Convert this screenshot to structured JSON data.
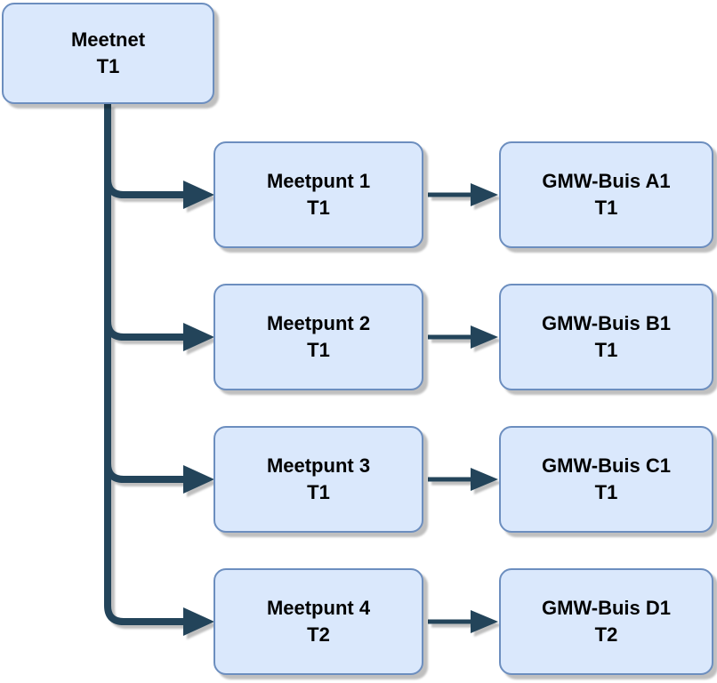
{
  "diagram": {
    "root": {
      "line1": "Meetnet",
      "line2": "T1"
    },
    "rows": [
      {
        "mid": {
          "line1": "Meetpunt 1",
          "line2": "T1"
        },
        "right": {
          "line1": "GMW-Buis A1",
          "line2": "T1"
        }
      },
      {
        "mid": {
          "line1": "Meetpunt 2",
          "line2": "T1"
        },
        "right": {
          "line1": "GMW-Buis B1",
          "line2": "T1"
        }
      },
      {
        "mid": {
          "line1": "Meetpunt 3",
          "line2": "T1"
        },
        "right": {
          "line1": "GMW-Buis C1",
          "line2": "T1"
        }
      },
      {
        "mid": {
          "line1": "Meetpunt 4",
          "line2": "T2"
        },
        "right": {
          "line1": "GMW-Buis D1",
          "line2": "T2"
        }
      }
    ],
    "colors": {
      "background": "#ffffff",
      "node_fill": "#dae8fc",
      "node_border": "#6c8ebf",
      "connector": "#23445a",
      "text": "#000000"
    }
  }
}
